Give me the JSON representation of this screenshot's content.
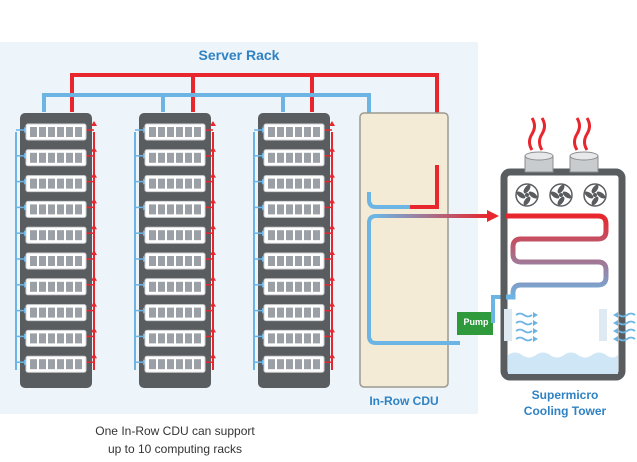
{
  "diagram": {
    "server_rack_label": "Server Rack",
    "cdu_label": "In-Row CDU",
    "pump_label": "Pump",
    "cooling_tower_label_line1": "Supermicro",
    "cooling_tower_label_line2": "Cooling Tower",
    "caption_line1": "One In-Row CDU can support",
    "caption_line2": "up to 10 computing racks",
    "rack_count": 3,
    "servers_per_rack": 10,
    "tower_fan_count": 3
  },
  "colors": {
    "hot": "#e8262d",
    "cold": "#6cb4e4",
    "label_blue": "#2f82c3",
    "rack_body": "#5a5d60",
    "panel_bg": "#edf4fa",
    "cdu_fill": "#f3ebd6",
    "pump": "#2f9a3b"
  }
}
